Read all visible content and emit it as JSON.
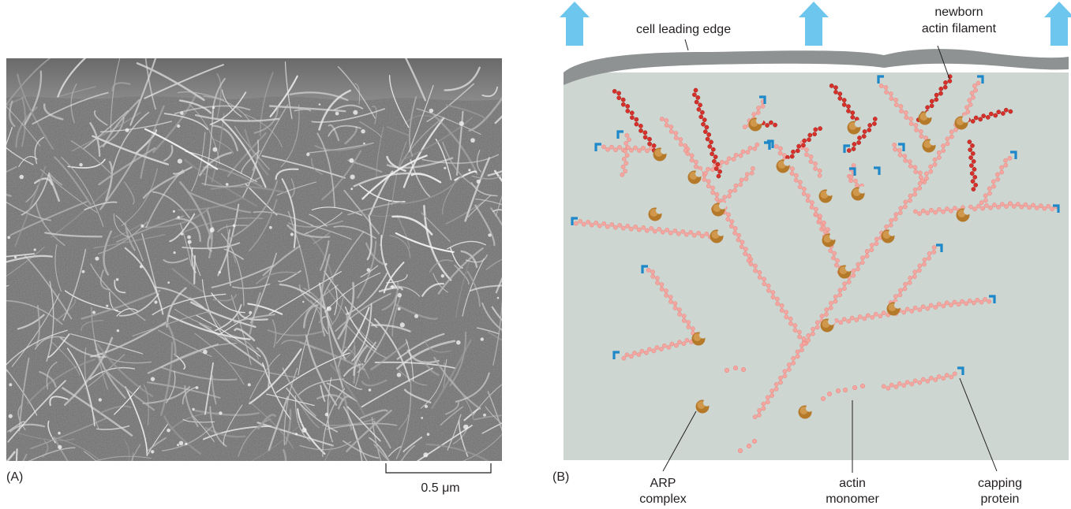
{
  "panel_a": {
    "label": "(A)",
    "scale_bar": "0.5 μm"
  },
  "panel_b": {
    "label": "(B)",
    "labels": {
      "leading_edge": "cell leading edge",
      "newborn_line1": "newborn",
      "newborn_line2": "actin filament",
      "arp_line1": "ARP",
      "arp_line2": "complex",
      "monomer_line1": "actin",
      "monomer_line2": "monomer",
      "capping_line1": "capping",
      "capping_line2": "protein"
    },
    "icons": [
      "up-arrow-icon",
      "arp-complex-icon",
      "capping-protein-icon"
    ]
  },
  "colors": {
    "cytoplasm": "#cdd6d1",
    "membrane": "#8e9292",
    "actin_old": "#f4a6a0",
    "actin_new": "#d8302a",
    "arp": "#b5792a",
    "capping": "#1e88c8",
    "arrow": "#6cc6ee"
  }
}
